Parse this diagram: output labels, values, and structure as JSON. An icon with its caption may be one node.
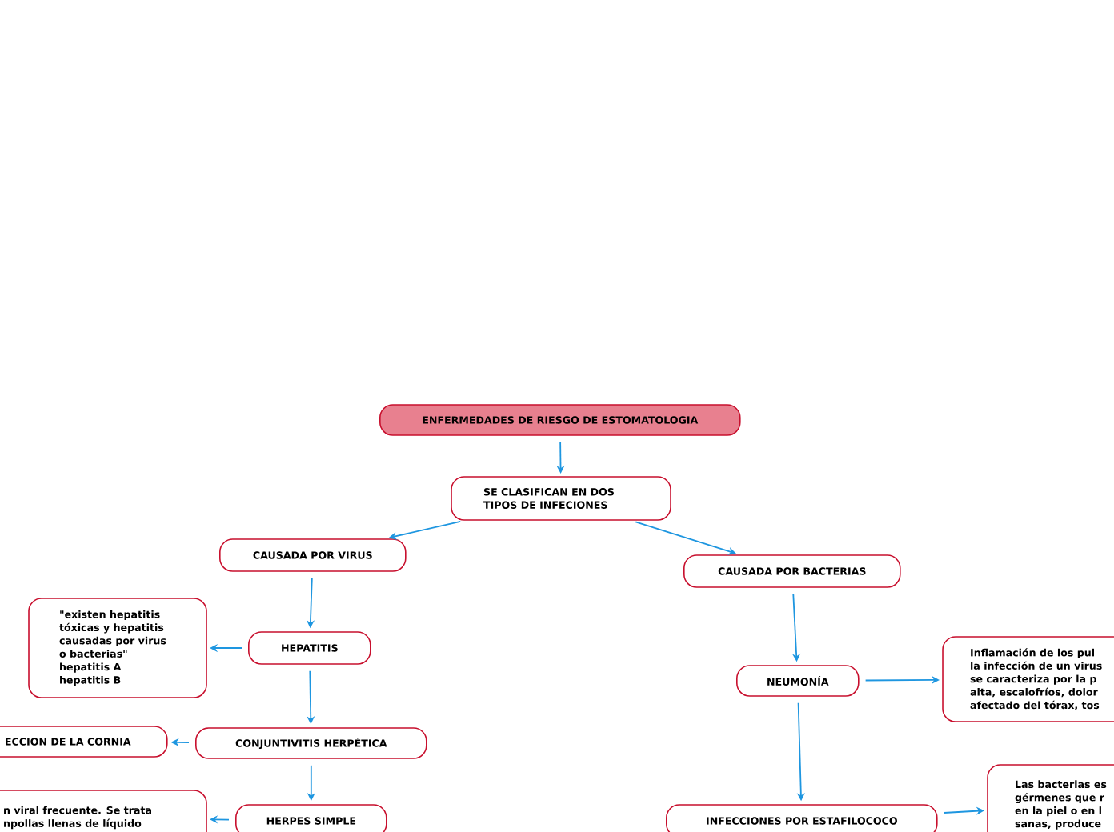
{
  "diagram": {
    "nodes": [
      {
        "text": [
          "ENFERMEDADES DE RIESGO DE ESTOMATOLOGIA"
        ]
      },
      {
        "text": [
          "SE CLASIFICAN EN DOS TIPOS DE INFECIONES"
        ]
      },
      {
        "text": [
          "CAUSADA POR VIRUS"
        ]
      },
      {
        "text": [
          "CAUSADA POR BACTERIAS"
        ]
      },
      {
        "text": [
          "\"existen hepatitis tóxicas y hepatitis causadas por virus o bacterias\" hepatitis A hepatitis B"
        ]
      },
      {
        "text": [
          "HEPATITIS"
        ]
      },
      {
        "text": [
          "NEUMONÍA"
        ]
      },
      {
        "text": [
          "Inflamación de los pul la infección de un virus se caracteriza por la p alta, escalofríos, dolor afectado del tórax, tos"
        ]
      },
      {
        "text": [
          "ECCION DE LA CORNIA"
        ]
      },
      {
        "text": [
          "CONJUNTIVITIS HERPÉTICA"
        ]
      },
      {
        "text": [
          "n viral frecuente. Se trata npollas llenas de líquido"
        ]
      },
      {
        "text": [
          "HERPES SIMPLE"
        ]
      },
      {
        "text": [
          "INFECCIONES POR ESTAFILOCOCO"
        ]
      },
      {
        "text": [
          "Las bacterias es gérmenes que r en la piel o en l sanas, produce"
        ]
      }
    ],
    "edges": [
      {
        "from": 0,
        "to": 1,
        "arrow": "to"
      },
      {
        "from": 1,
        "to": 2,
        "arrow": "to"
      },
      {
        "from": 1,
        "to": 3,
        "arrow": "to"
      },
      {
        "from": 2,
        "to": 5,
        "arrow": "to"
      },
      {
        "from": 5,
        "to": 4,
        "arrow": "to"
      },
      {
        "from": 5,
        "to": 9,
        "arrow": "to"
      },
      {
        "from": 9,
        "to": 8,
        "arrow": "to"
      },
      {
        "from": 9,
        "to": 11,
        "arrow": "to"
      },
      {
        "from": 11,
        "to": 10,
        "arrow": "to"
      },
      {
        "from": 3,
        "to": 6,
        "arrow": "to"
      },
      {
        "from": 6,
        "to": 7,
        "arrow": "to"
      },
      {
        "from": 6,
        "to": 12,
        "arrow": "to"
      },
      {
        "from": 12,
        "to": 13,
        "arrow": "to"
      }
    ]
  }
}
